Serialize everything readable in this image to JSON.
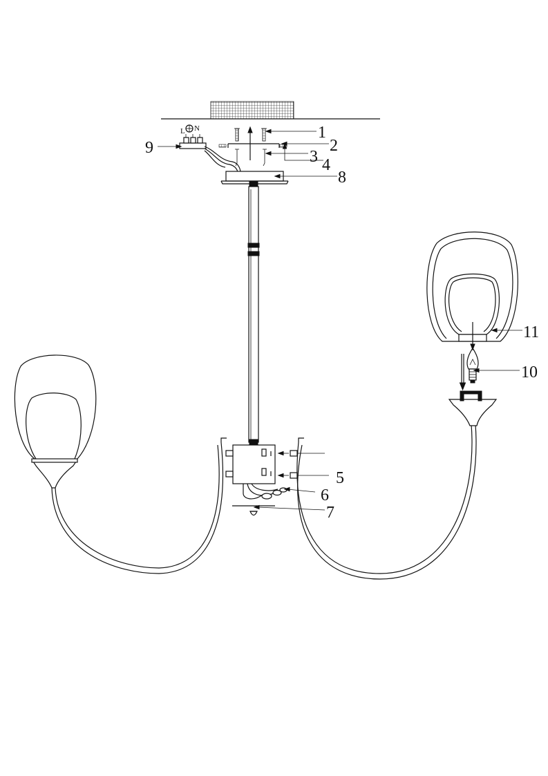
{
  "callouts": [
    {
      "id": "1",
      "text": "1"
    },
    {
      "id": "2",
      "text": "2"
    },
    {
      "id": "3",
      "text": "3"
    },
    {
      "id": "4",
      "text": "4"
    },
    {
      "id": "5",
      "text": "5"
    },
    {
      "id": "6",
      "text": "6"
    },
    {
      "id": "7",
      "text": "7"
    },
    {
      "id": "8",
      "text": "8"
    },
    {
      "id": "9",
      "text": "9"
    },
    {
      "id": "10",
      "text": "10"
    },
    {
      "id": "11",
      "text": "11"
    }
  ],
  "terminal": {
    "left_mark": "L",
    "right_mark": "N"
  }
}
